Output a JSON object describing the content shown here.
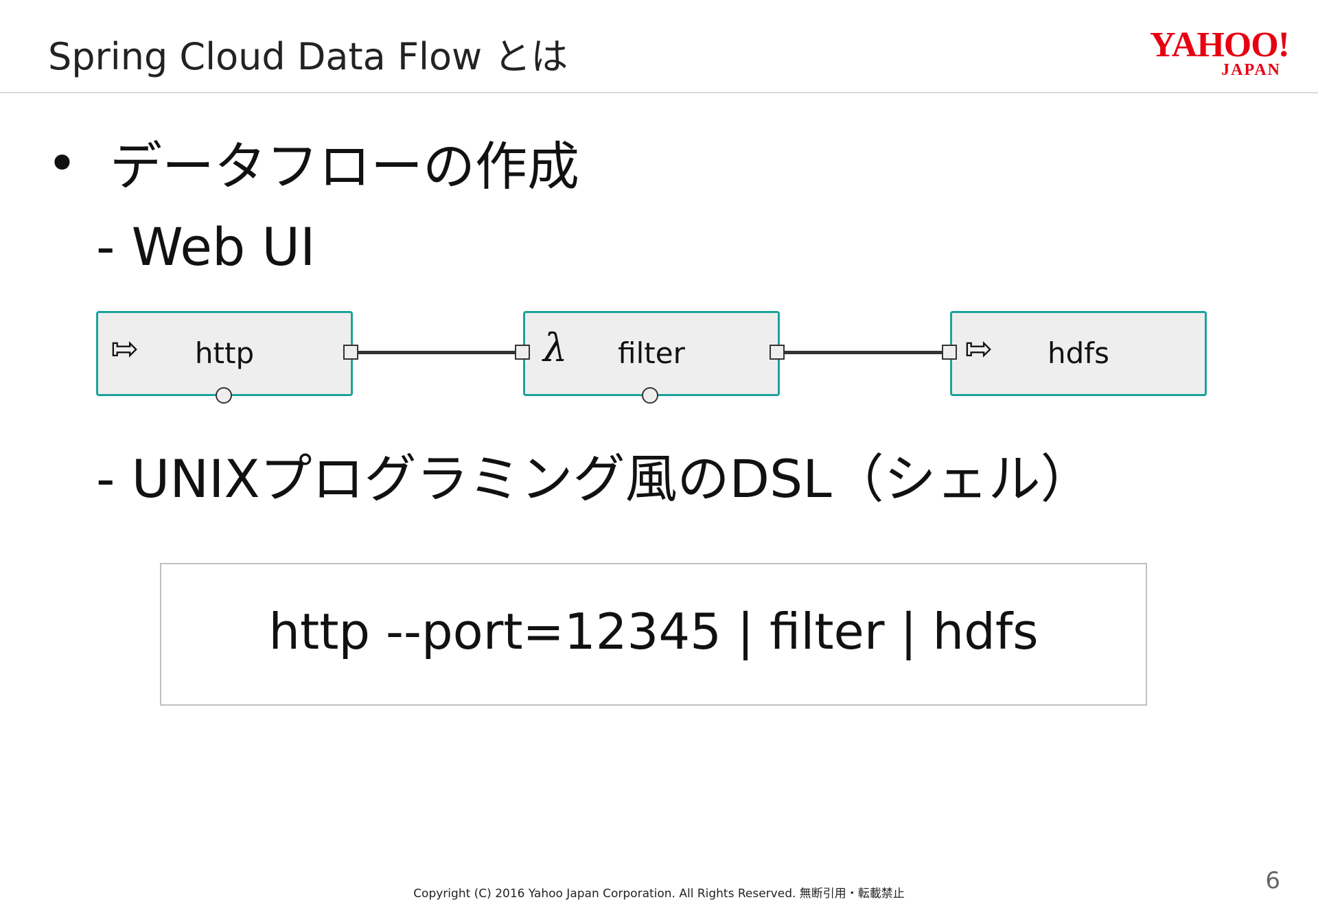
{
  "header": {
    "title": "Spring Cloud Data Flow とは",
    "logo": {
      "main": "YAHOO!",
      "sub": "JAPAN",
      "color": "#e60012"
    }
  },
  "content": {
    "bullet_symbol": "•",
    "bullet_text": "データフローの作成",
    "sub_web_ui": "- Web UI",
    "sub_dsl": "- UNIXプログラミング風のDSL（シェル）"
  },
  "flow": {
    "nodes": [
      {
        "icon": "⇰",
        "icon_name": "source-arrow-icon",
        "label": "http"
      },
      {
        "icon": "λ",
        "icon_name": "lambda-icon",
        "label": "filter"
      },
      {
        "icon": "⇰",
        "icon_name": "sink-arrow-icon",
        "label": "hdfs"
      }
    ],
    "border_color": "#1aa39a",
    "fill_color": "#eeeeee"
  },
  "dsl": {
    "code": "http --port=12345 | filter | hdfs"
  },
  "footer": {
    "copyright": "Copyright (C) 2016 Yahoo Japan Corporation. All Rights Reserved. 無断引用・転載禁止",
    "page_number": "6"
  }
}
